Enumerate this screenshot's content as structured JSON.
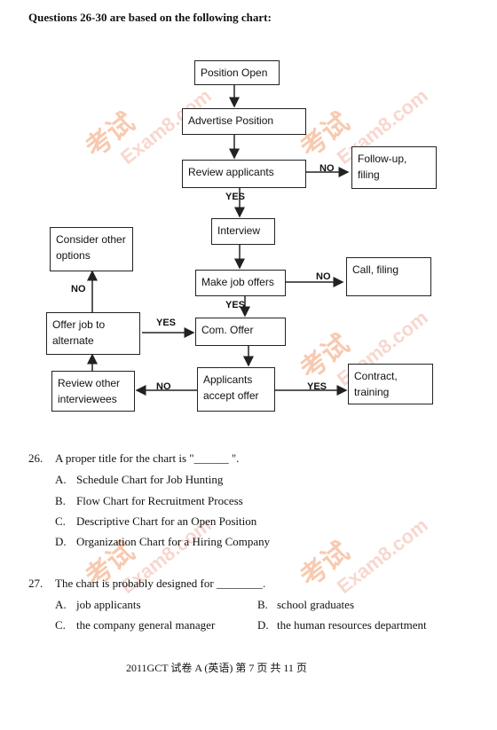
{
  "heading": "Questions 26-30 are based on the following chart:",
  "flow": {
    "position_open": "Position Open",
    "advertise_position": "Advertise Position",
    "review_applicants": "Review applicants",
    "follow_up_filing": "Follow-up, filing",
    "interview": "Interview",
    "make_job_offers": "Make job offers",
    "call_filing": "Call, filing",
    "com_offer": "Com. Offer",
    "applicants_accept_offer": "Applicants accept offer",
    "contract_training": "Contract, training",
    "review_other_interviewees": "Review other interviewees",
    "offer_job_to_alternate": "Offer job to alternate",
    "consider_other_options": "Consider other options",
    "labels": {
      "no": "NO",
      "yes": "YES"
    }
  },
  "q26": {
    "number": "26.",
    "stem": "A proper title for the chart is \"______ \".",
    "options": [
      {
        "letter": "A.",
        "text": "Schedule Chart for Job Hunting"
      },
      {
        "letter": "B.",
        "text": "Flow Chart for Recruitment Process"
      },
      {
        "letter": "C.",
        "text": "Descriptive Chart for an Open Position"
      },
      {
        "letter": "D.",
        "text": "Organization Chart for a Hiring Company"
      }
    ]
  },
  "q27": {
    "number": "27.",
    "stem": "The chart is probably designed for ________.",
    "options": [
      {
        "letter": "A.",
        "text": "job applicants"
      },
      {
        "letter": "B.",
        "text": "school graduates"
      },
      {
        "letter": "C.",
        "text": "the company general manager"
      },
      {
        "letter": "D.",
        "text": "the human resources department"
      }
    ]
  },
  "footer": "2011GCT 试卷 A (英语)  第 7 页 共 11 页",
  "watermark": {
    "kaoshi": "考试",
    "site": "Exam8.com"
  }
}
